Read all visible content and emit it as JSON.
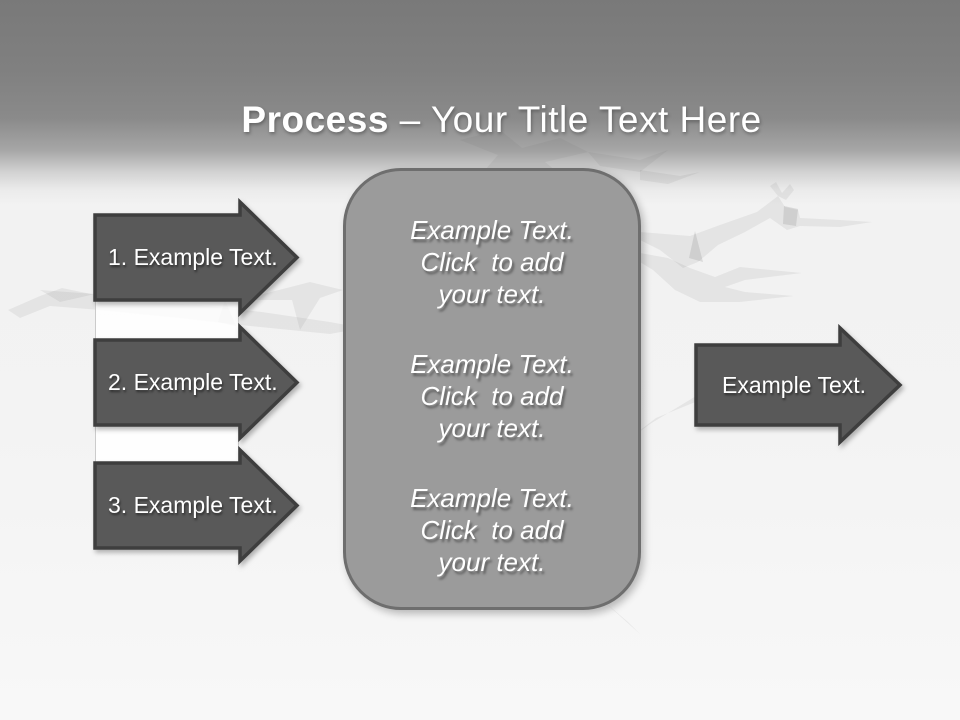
{
  "title": {
    "bold": "Process",
    "rest": " – Your Title Text Here"
  },
  "arrows": {
    "items": [
      {
        "label": "1. Example Text."
      },
      {
        "label": "2. Example Text."
      },
      {
        "label": "3. Example Text."
      }
    ],
    "output_label": "Example Text."
  },
  "center_box": {
    "paragraphs": [
      {
        "lines": [
          "Example Text.",
          "Click  to add",
          "your text."
        ]
      },
      {
        "lines": [
          "Example Text.",
          "Click  to add",
          "your text."
        ]
      },
      {
        "lines": [
          "Example Text.",
          "Click  to add",
          "your text."
        ]
      }
    ]
  },
  "colors": {
    "header_top": "#797979",
    "body_background": "#f3f3f3",
    "arrow_fill": "#595959",
    "arrow_border": "#3e3e3e",
    "box_fill": "#9b9b9b",
    "box_border": "#6e6e6e",
    "text": "#ffffff",
    "crack_watermark": "#e4e4e4"
  }
}
